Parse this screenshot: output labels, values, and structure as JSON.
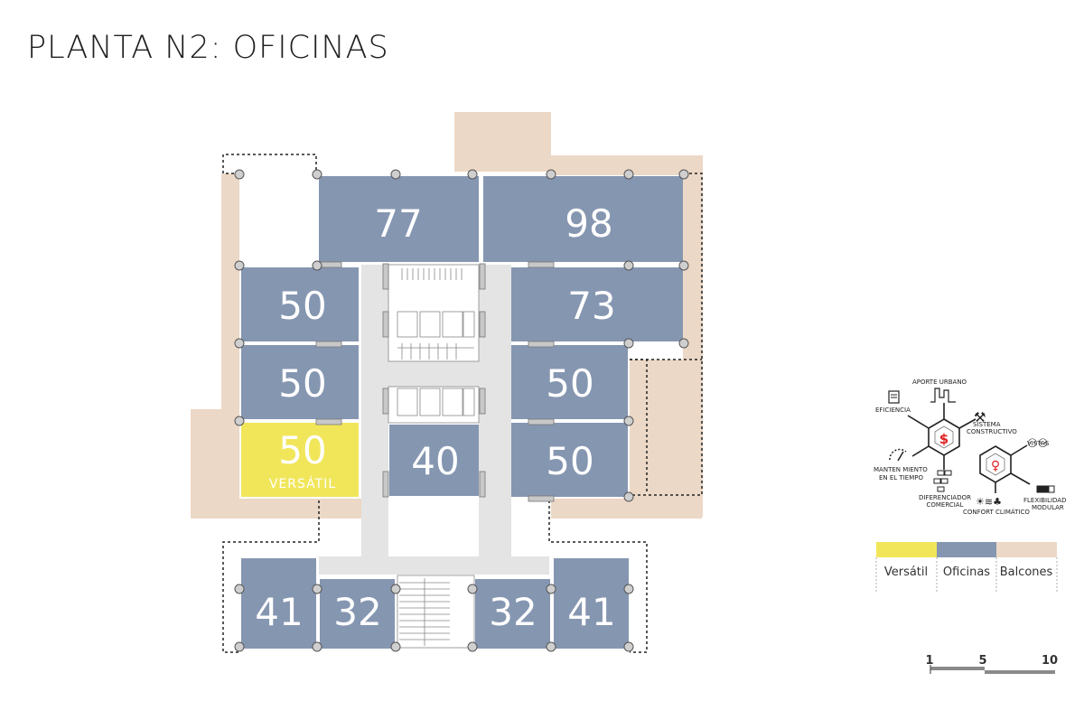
{
  "title": "PLANTA N2: OFICINAS",
  "colors": {
    "office": "#8596b1",
    "versatile": "#f1e65a",
    "balcony": "#ecd8c6",
    "circulation": "#e4e4e4",
    "accent": "#e02020"
  },
  "units": [
    {
      "label": "77"
    },
    {
      "label": "98"
    },
    {
      "label": "50"
    },
    {
      "label": "73"
    },
    {
      "label": "50"
    },
    {
      "label": "50"
    },
    {
      "label": "50",
      "sublabel": "VERSÁTIL"
    },
    {
      "label": "40"
    },
    {
      "label": "50"
    },
    {
      "label": "41"
    },
    {
      "label": "32"
    },
    {
      "label": "32"
    },
    {
      "label": "41"
    }
  ],
  "attributes": {
    "aporte": "APORTE URBANO",
    "eficiencia": "EFICIENCIA",
    "sistema": [
      "SISTEMA",
      "CONSTRUCTIVO"
    ],
    "vistas": "VISTAS",
    "mantenimiento": [
      "MANTEN MIENTO",
      "EN EL TIEMPO"
    ],
    "diferenciador": [
      "DIFERENCIADOR",
      "COMERCIAL"
    ],
    "confort": "CONFORT CLIMÁTICO",
    "flexibilidad": [
      "FLEXIBILIDAD",
      "MODULAR"
    ]
  },
  "legend": [
    {
      "label": "Versátil",
      "color": "#f1e65a"
    },
    {
      "label": "Oficinas",
      "color": "#8596b1"
    },
    {
      "label": "Balcones",
      "color": "#ecd8c6"
    }
  ],
  "scale": [
    "1",
    "5",
    "10"
  ]
}
